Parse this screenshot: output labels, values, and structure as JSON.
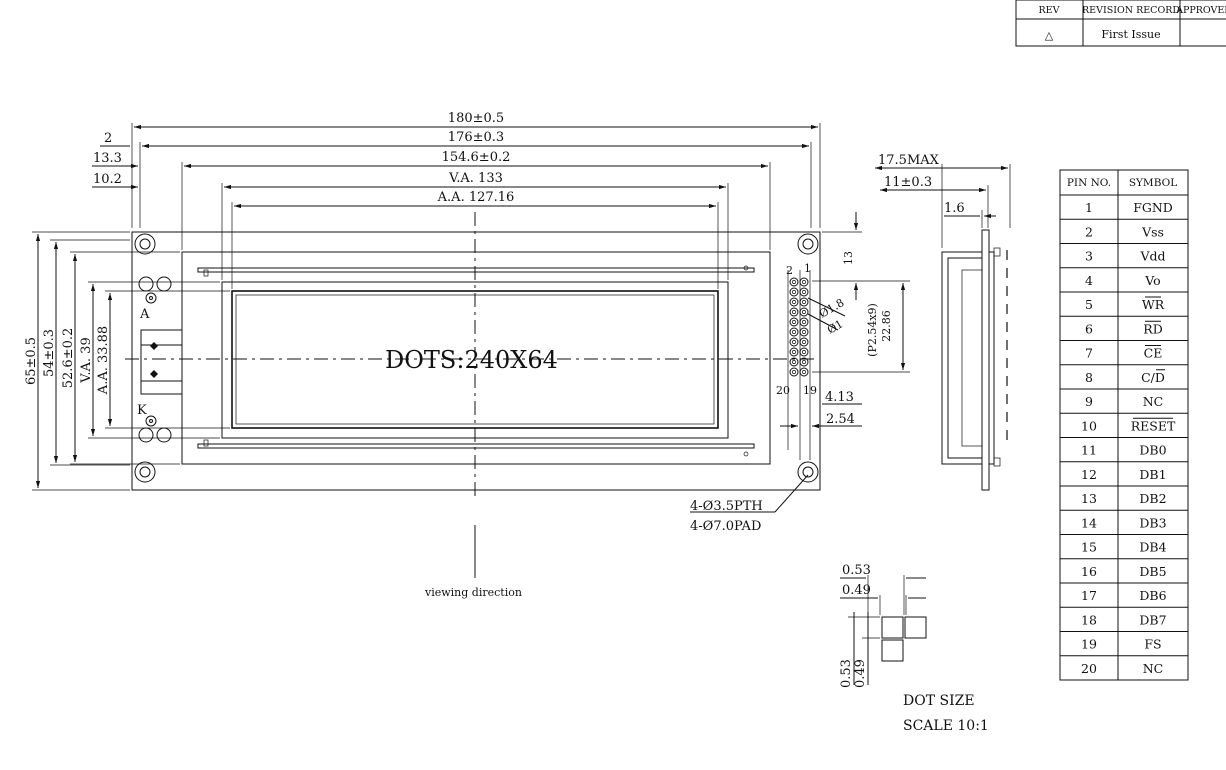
{
  "revision_table": {
    "headers": [
      "REV",
      "REVISION RECORD",
      "APPROVED"
    ],
    "rows": [
      {
        "rev": "△",
        "record": "First Issue",
        "approved": ""
      }
    ]
  },
  "dimensions": {
    "overall_width": "180±0.5",
    "pcb_width": "176±0.3",
    "bezel_width": "154.6±0.2",
    "view_area_width": "V.A. 133",
    "active_area_width": "A.A. 127.16",
    "edge_offset": "2",
    "left_offset_1": "13.3",
    "left_offset_2": "10.2",
    "overall_height": "65±0.5",
    "pcb_height": "54±0.3",
    "bezel_height": "52.6±0.2",
    "view_area_height": "V.A. 39",
    "active_area_height": "A.A. 33.88",
    "top_pin_offset": "13",
    "pin_pitch_total": "(P2.54x9)",
    "pin_span": "22.86",
    "pin_hole_1": "Ø1.8",
    "pin_hole_2": "Ø1",
    "pin_edge": "4.13",
    "pin_pitch": "2.54",
    "mount_hole_pth": "4-Ø3.5PTH",
    "mount_hole_pad": "4-Ø7.0PAD",
    "thickness_max": "17.5MAX",
    "thickness_module": "11±0.3",
    "pcb_thickness": "1.6"
  },
  "labels": {
    "dots": "DOTS:240X64",
    "viewing_direction": "viewing direction",
    "anode": "A",
    "cathode": "K",
    "pin_2": "2",
    "pin_1": "1",
    "pin_20": "20",
    "pin_19": "19"
  },
  "dot_detail": {
    "pitch_h": "0.53",
    "size_h": "0.49",
    "pitch_v": "0.53",
    "size_v": "0.49",
    "title": "DOT SIZE",
    "scale": "SCALE 10:1"
  },
  "pin_table": {
    "headers": [
      "PIN NO.",
      "SYMBOL"
    ],
    "rows": [
      {
        "no": "1",
        "symbol": "FGND",
        "overline": false
      },
      {
        "no": "2",
        "symbol": "Vss",
        "overline": false
      },
      {
        "no": "3",
        "symbol": "Vdd",
        "overline": false
      },
      {
        "no": "4",
        "symbol": "Vo",
        "overline": false
      },
      {
        "no": "5",
        "symbol": "WR",
        "overline": true
      },
      {
        "no": "6",
        "symbol": "RD",
        "overline": true
      },
      {
        "no": "7",
        "symbol": "CE",
        "overline": true
      },
      {
        "no": "8",
        "symbol": "C/D",
        "overline": false,
        "overline_last": true
      },
      {
        "no": "9",
        "symbol": "NC",
        "overline": false
      },
      {
        "no": "10",
        "symbol": "RESET",
        "overline": true
      },
      {
        "no": "11",
        "symbol": "DB0",
        "overline": false
      },
      {
        "no": "12",
        "symbol": "DB1",
        "overline": false
      },
      {
        "no": "13",
        "symbol": "DB2",
        "overline": false
      },
      {
        "no": "14",
        "symbol": "DB3",
        "overline": false
      },
      {
        "no": "15",
        "symbol": "DB4",
        "overline": false
      },
      {
        "no": "16",
        "symbol": "DB5",
        "overline": false
      },
      {
        "no": "17",
        "symbol": "DB6",
        "overline": false
      },
      {
        "no": "18",
        "symbol": "DB7",
        "overline": false
      },
      {
        "no": "19",
        "symbol": "FS",
        "overline": false
      },
      {
        "no": "20",
        "symbol": "NC",
        "overline": false
      }
    ]
  }
}
